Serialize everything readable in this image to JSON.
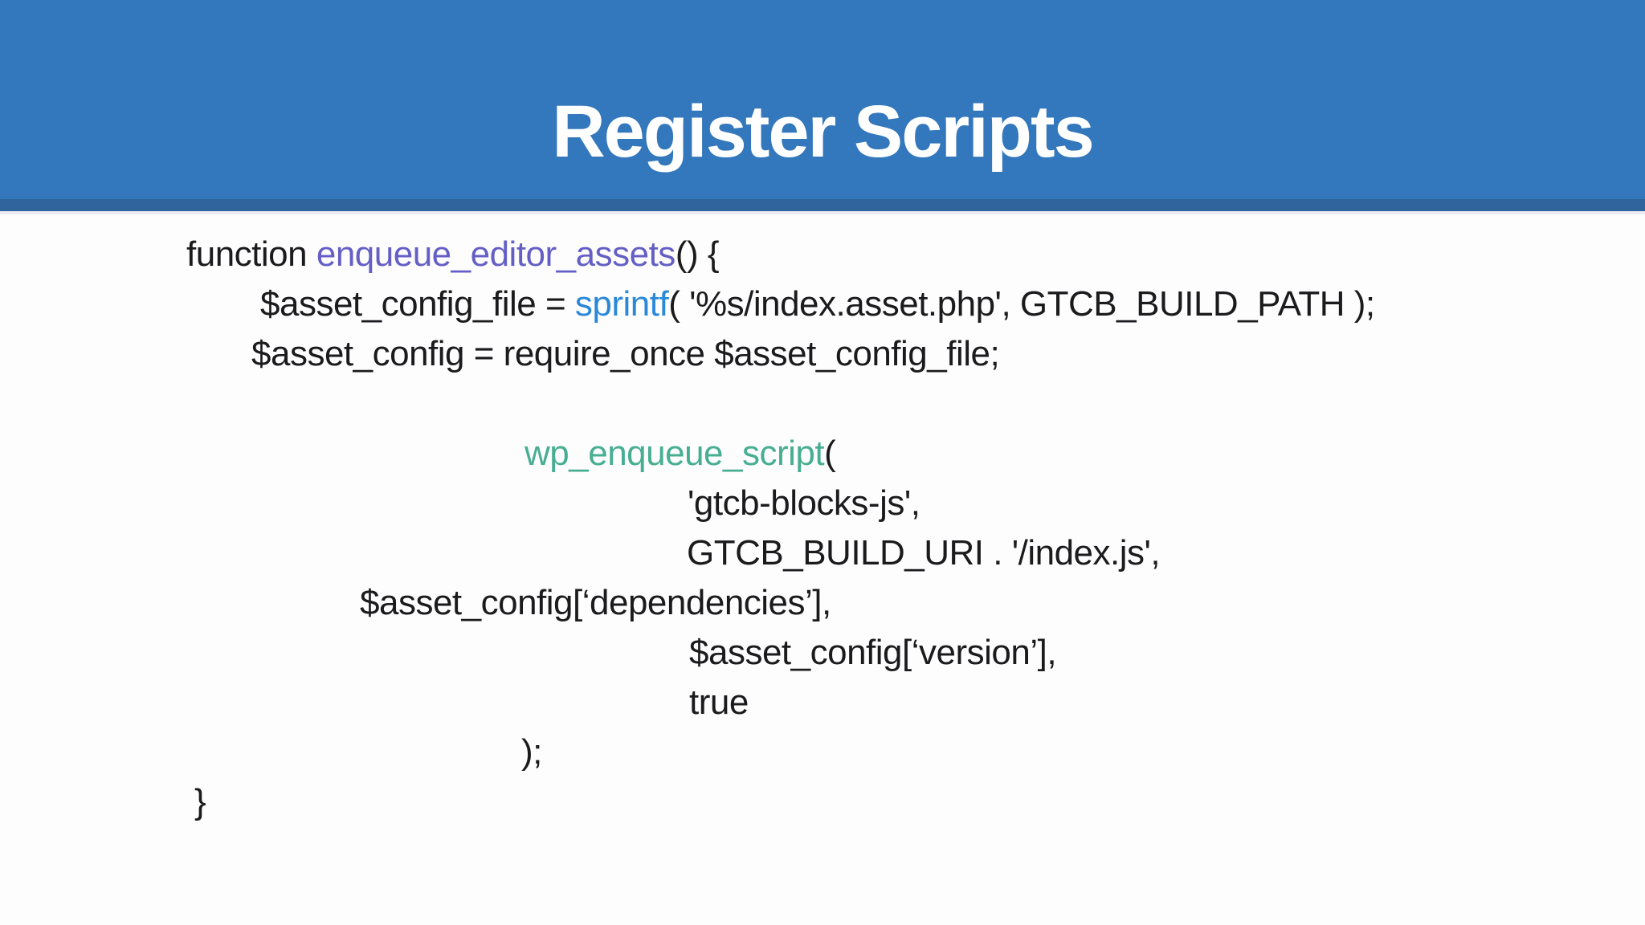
{
  "slide": {
    "title": "Register Scripts"
  },
  "colors": {
    "header_bg": "#3377BC",
    "header_stripe": "#2F649D",
    "divider_light": "#ECE9F4",
    "body_bg": "#FDFDFE",
    "code_default": "#1B1B1D",
    "token_purple": "#655FC5",
    "token_blue": "#2B88D9",
    "token_teal": "#48AE92",
    "title_color": "#FFFFFF"
  },
  "code": {
    "language": "php",
    "lines": [
      {
        "indent": 232,
        "tokens": [
          {
            "t": "function ",
            "c": "default"
          },
          {
            "t": "enqueue_editor_assets",
            "c": "purple"
          },
          {
            "t": "() {",
            "c": "default"
          }
        ]
      },
      {
        "indent": 324,
        "tokens": [
          {
            "t": "$asset_config_file = ",
            "c": "default"
          },
          {
            "t": "sprintf",
            "c": "blue"
          },
          {
            "t": "( '%s/index.asset.php', GTCB_BUILD_PATH );",
            "c": "default"
          }
        ]
      },
      {
        "indent": 313,
        "tokens": [
          {
            "t": "$asset_config = require_once $asset_config_file;",
            "c": "default"
          }
        ]
      },
      {
        "indent": 0,
        "tokens": []
      },
      {
        "indent": 653,
        "tokens": [
          {
            "t": "wp_enqueue_script",
            "c": "teal"
          },
          {
            "t": "(",
            "c": "default"
          }
        ]
      },
      {
        "indent": 856,
        "tokens": [
          {
            "t": "'gtcb-blocks-js',",
            "c": "default"
          }
        ]
      },
      {
        "indent": 855,
        "tokens": [
          {
            "t": "GTCB_BUILD_URI . '/index.js',",
            "c": "default"
          }
        ]
      },
      {
        "indent": 448,
        "tokens": [
          {
            "t": "$asset_config[‘dependencies’],",
            "c": "default"
          }
        ]
      },
      {
        "indent": 858,
        "tokens": [
          {
            "t": "$asset_config[‘version’],",
            "c": "default"
          }
        ]
      },
      {
        "indent": 858,
        "tokens": [
          {
            "t": "true",
            "c": "default"
          }
        ]
      },
      {
        "indent": 649,
        "tokens": [
          {
            "t": ");",
            "c": "default"
          }
        ]
      },
      {
        "indent": 242,
        "tokens": [
          {
            "t": "}",
            "c": "default"
          }
        ]
      }
    ]
  }
}
